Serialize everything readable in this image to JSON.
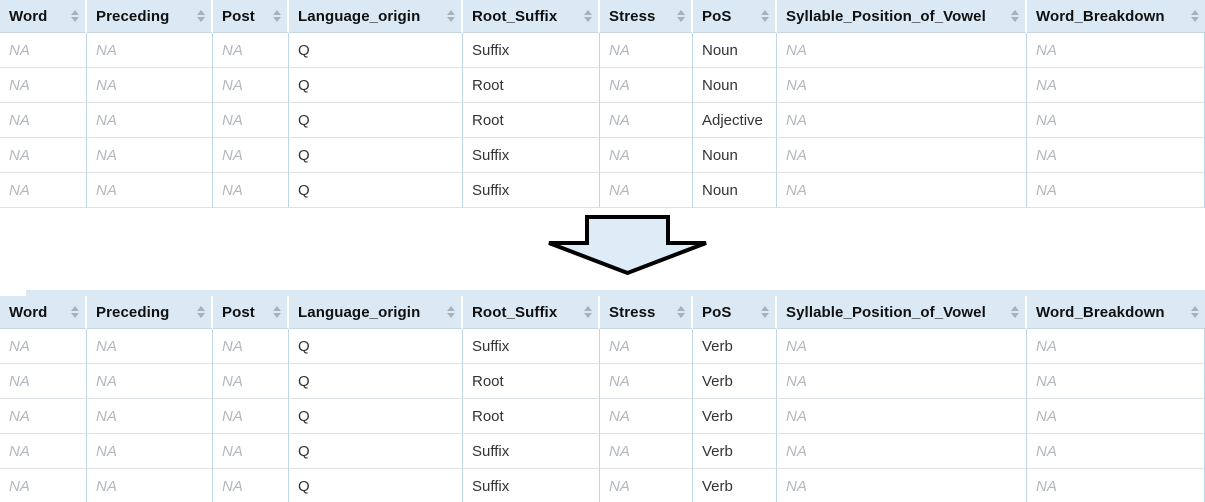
{
  "columns": [
    "Word",
    "Preceding",
    "Post",
    "Language_origin",
    "Root_Suffix",
    "Stress",
    "PoS",
    "Syllable_Position_of_Vowel",
    "Word_Breakdown"
  ],
  "na_value": "NA",
  "tables": {
    "before": {
      "rows": [
        [
          "NA",
          "NA",
          "NA",
          "Q",
          "Suffix",
          "NA",
          "Noun",
          "NA",
          "NA"
        ],
        [
          "NA",
          "NA",
          "NA",
          "Q",
          "Root",
          "NA",
          "Noun",
          "NA",
          "NA"
        ],
        [
          "NA",
          "NA",
          "NA",
          "Q",
          "Root",
          "NA",
          "Adjective",
          "NA",
          "NA"
        ],
        [
          "NA",
          "NA",
          "NA",
          "Q",
          "Suffix",
          "NA",
          "Noun",
          "NA",
          "NA"
        ],
        [
          "NA",
          "NA",
          "NA",
          "Q",
          "Suffix",
          "NA",
          "Noun",
          "NA",
          "NA"
        ]
      ]
    },
    "after": {
      "rows": [
        [
          "NA",
          "NA",
          "NA",
          "Q",
          "Suffix",
          "NA",
          "Verb",
          "NA",
          "NA"
        ],
        [
          "NA",
          "NA",
          "NA",
          "Q",
          "Root",
          "NA",
          "Verb",
          "NA",
          "NA"
        ],
        [
          "NA",
          "NA",
          "NA",
          "Q",
          "Root",
          "NA",
          "Verb",
          "NA",
          "NA"
        ],
        [
          "NA",
          "NA",
          "NA",
          "Q",
          "Suffix",
          "NA",
          "Verb",
          "NA",
          "NA"
        ],
        [
          "NA",
          "NA",
          "NA",
          "Q",
          "Suffix",
          "NA",
          "Verb",
          "NA",
          "NA"
        ]
      ]
    }
  },
  "icons": {
    "header_sort": "sort-arrows-icon",
    "between_tables": "down-block-arrow"
  },
  "colors": {
    "header_bg": "#dbe9f5",
    "header_text": "#101010",
    "sort_icon": "#a7b1bb",
    "vertical_border": "#bed7e8",
    "horizontal_border": "#dde2e6",
    "na_text": "#b3b8bd",
    "value_text": "#333333",
    "arrow_fill": "#ddecf7",
    "arrow_stroke": "#000000"
  }
}
